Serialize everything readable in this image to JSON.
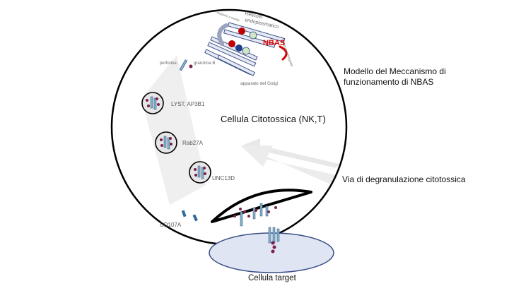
{
  "title": {
    "line1": "Modello del Meccanismo di",
    "line2": "funzionamento di NBAS"
  },
  "cell_label": "Cellula Citotossica (NK,T)",
  "pathway_label": "Via di degranulazione citotossica",
  "target_label": "Cellula target",
  "organelles": {
    "er": {
      "line1": "Reticolo",
      "line2": "endoplasmatico"
    },
    "golgi": "apparato del Golgi",
    "transport_left": "Trasporto a monte",
    "transport_right": "Trasporto retrogrado",
    "nbas": "NBAS"
  },
  "granule_contents": {
    "perforin": "perforina",
    "granzyme": "granzima B"
  },
  "vesicles": [
    {
      "label": "LYST, AP3B1"
    },
    {
      "label": "Rab27A"
    },
    {
      "label": "UNC13D"
    }
  ],
  "marker": "CD107A",
  "colors": {
    "nbas_text": "#e00000",
    "granule_dot": "#7b1f4b",
    "receptor": "#7fb3c8",
    "target_fill": "#dfe5f3",
    "target_stroke": "#3b4f86",
    "pathway_fill": "#efefef",
    "red_sphere": "#c00000",
    "blue_sphere": "#1f3f8a",
    "green_sphere": "#cfe6c4"
  }
}
